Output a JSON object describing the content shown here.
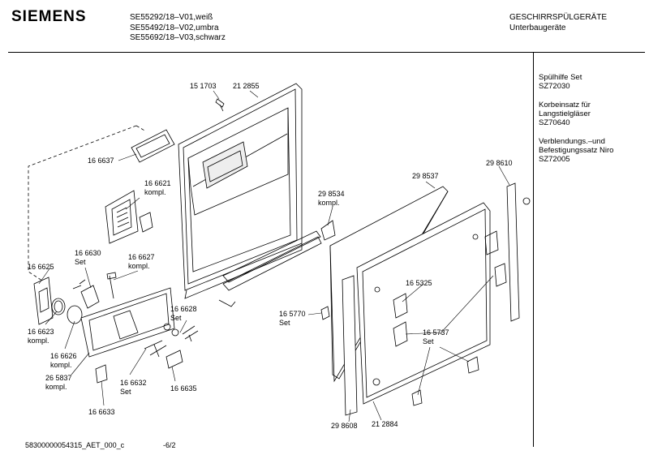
{
  "header": {
    "brand": "SIEMENS",
    "models": [
      "SE55292/18–V01,weiß",
      "SE55492/18–V02,umbra",
      "SE55692/18–V03,schwarz"
    ],
    "category": "GESCHIRRSPÜLGERÄTE",
    "subcategory": "Unterbaugeräte"
  },
  "accessories": [
    {
      "name": "Spülhilfe Set",
      "code": "SZ72030"
    },
    {
      "name": "Korbeinsatz für\nLangstielgläser",
      "code": "SZ70640"
    },
    {
      "name": "Verblendungs.–und\nBefestigungssatz Niro",
      "code": "SZ72005"
    }
  ],
  "parts": [
    {
      "id": "p151703",
      "label": "15 1703"
    },
    {
      "id": "p212855",
      "label": "21 2855"
    },
    {
      "id": "p166637",
      "label": "16 6637"
    },
    {
      "id": "p166621",
      "label": "16 6621\nkompl."
    },
    {
      "id": "p166630",
      "label": "16 6630\nSet"
    },
    {
      "id": "p166627",
      "label": "16 6627\nkompl."
    },
    {
      "id": "p166625",
      "label": "16 6625"
    },
    {
      "id": "p166623",
      "label": "16 6623\nkompl."
    },
    {
      "id": "p166626",
      "label": "16 6626\nkompl."
    },
    {
      "id": "p265837",
      "label": "26 5837\nkompl."
    },
    {
      "id": "p166628",
      "label": "16 6628\nSet"
    },
    {
      "id": "p166632",
      "label": "16 6632\nSet"
    },
    {
      "id": "p166635",
      "label": "16 6635"
    },
    {
      "id": "p166633",
      "label": "16 6633"
    },
    {
      "id": "p298534",
      "label": "29 8534\nkompl."
    },
    {
      "id": "p298537",
      "label": "29 8537"
    },
    {
      "id": "p298610",
      "label": "29 8610"
    },
    {
      "id": "p165325",
      "label": "16 5325"
    },
    {
      "id": "p165770",
      "label": "16 5770\nSet"
    },
    {
      "id": "p165737",
      "label": "16 5737\nSet"
    },
    {
      "id": "p298608",
      "label": "29 8608"
    },
    {
      "id": "p212884",
      "label": "21 2884"
    }
  ],
  "footer": {
    "doc_id": "58300000054315_AET_000_c",
    "page": "-6/2"
  }
}
